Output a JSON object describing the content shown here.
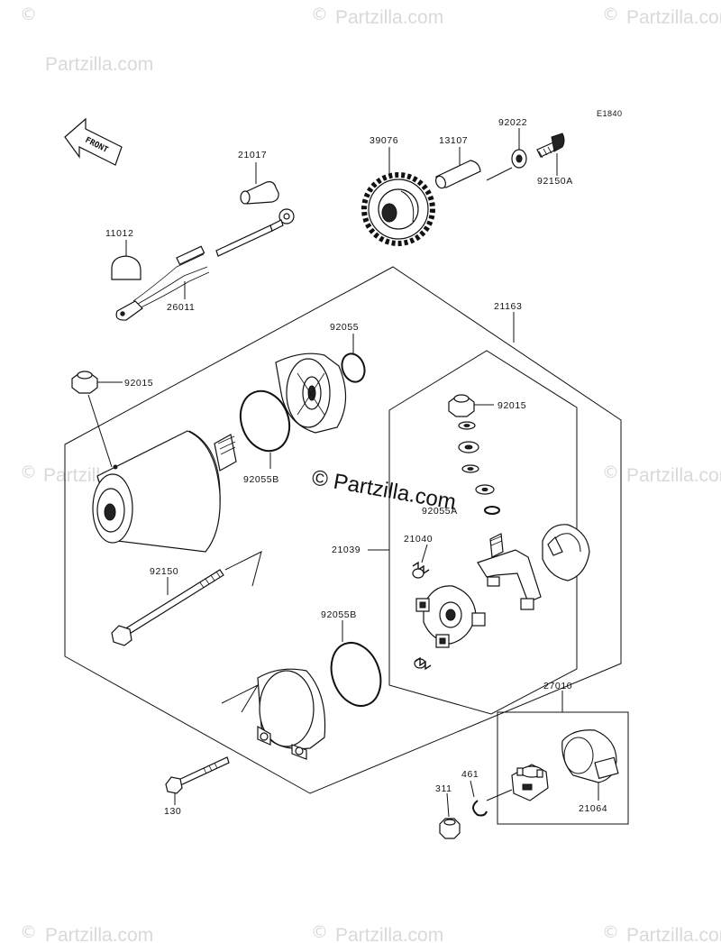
{
  "diagram_code": "E1840",
  "front_label": "FRONT",
  "watermark_text": "Partzilla.com",
  "watermark_symbol": "©",
  "center_watermark": "© Partzilla.com",
  "parts": {
    "p21017": "21017",
    "p11012": "11012",
    "p26011": "26011",
    "p39076": "39076",
    "p13107": "13107",
    "p92022": "92022",
    "p92150A": "92150A",
    "p21163": "21163",
    "p92055": "92055",
    "p92015_top": "92015",
    "p92015_inner": "92015",
    "p92055B_top": "92055B",
    "p92055A": "92055A",
    "p21040": "21040",
    "p21039": "21039",
    "p92150": "92150",
    "p92055B_bottom": "92055B",
    "p27010": "27010",
    "p461": "461",
    "p311": "311",
    "p21064": "21064",
    "p130": "130"
  },
  "colors": {
    "line": "#111111",
    "watermark": "#d9d9d9",
    "background": "#ffffff"
  }
}
